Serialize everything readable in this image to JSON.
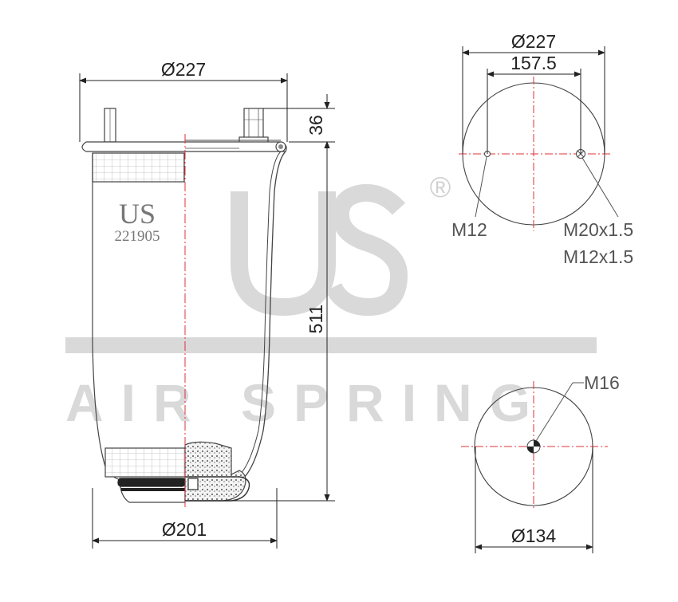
{
  "watermark": {
    "line1": "US",
    "registered": "®",
    "line2": "AIR SPRING"
  },
  "side_view": {
    "top_diameter": "Ø227",
    "stud_height": "36",
    "overall_height": "511",
    "bottom_diameter": "Ø201",
    "brand_logo": "US",
    "part_number": "221905"
  },
  "top_view": {
    "outer_diameter": "Ø227",
    "bolt_circle": "157.5",
    "stud_thread": "M12",
    "air_fitting_thread_1": "M20x1.5",
    "air_fitting_thread_2": "M12x1.5"
  },
  "bottom_view": {
    "diameter": "Ø134",
    "center_thread": "M16"
  },
  "colors": {
    "centerline": "#e0303a",
    "outline": "#444444",
    "watermark": "#d6d6d6",
    "dimension": "#222222"
  }
}
